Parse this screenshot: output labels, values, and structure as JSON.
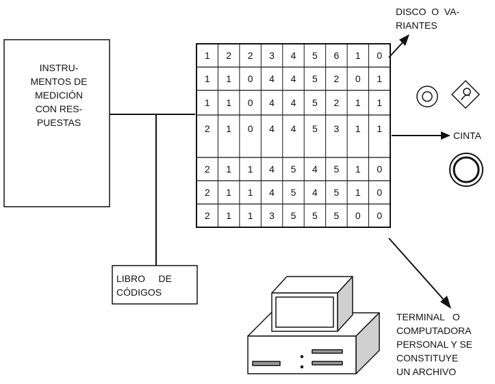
{
  "instruments_box": {
    "lines": [
      "INSTRU-",
      "MENTOS DE",
      "MEDICIÓN",
      "CON RES-",
      "PUESTAS"
    ]
  },
  "codebook_box": {
    "lines": [
      "LIBRO     DE",
      "CÓDIGOS"
    ]
  },
  "data_matrix": {
    "rows": [
      [
        "1",
        "2",
        "2",
        "3",
        "4",
        "5",
        "6",
        "1",
        "0"
      ],
      [
        "1",
        "1",
        "0",
        "4",
        "4",
        "5",
        "2",
        "0",
        "1"
      ],
      [
        "1",
        "1",
        "0",
        "4",
        "4",
        "5",
        "2",
        "1",
        "1"
      ],
      [
        "2",
        "1",
        "0",
        "4",
        "4",
        "5",
        "3",
        "1",
        "1"
      ],
      [
        "2",
        "1",
        "1",
        "4",
        "5",
        "4",
        "5",
        "1",
        "0"
      ],
      [
        "2",
        "1",
        "1",
        "4",
        "5",
        "4",
        "5",
        "1",
        "0"
      ],
      [
        "2",
        "1",
        "1",
        "3",
        "5",
        "5",
        "5",
        "0",
        "0"
      ]
    ]
  },
  "outputs": {
    "disk_label": [
      "DISCO  O  VA-",
      "RIANTES"
    ],
    "tape_label": "CINTA",
    "computer_label": [
      "TERMINAL   O",
      "COMPUTADORA",
      "PERSONAL Y SE",
      "CONSTITUYE",
      "UN ARCHIVO"
    ]
  },
  "icons": [
    "disk-icon",
    "diskette-icon",
    "tape-reel-icon",
    "computer-icon"
  ],
  "colors": {
    "ink": "#111111",
    "background": "#ffffff"
  }
}
